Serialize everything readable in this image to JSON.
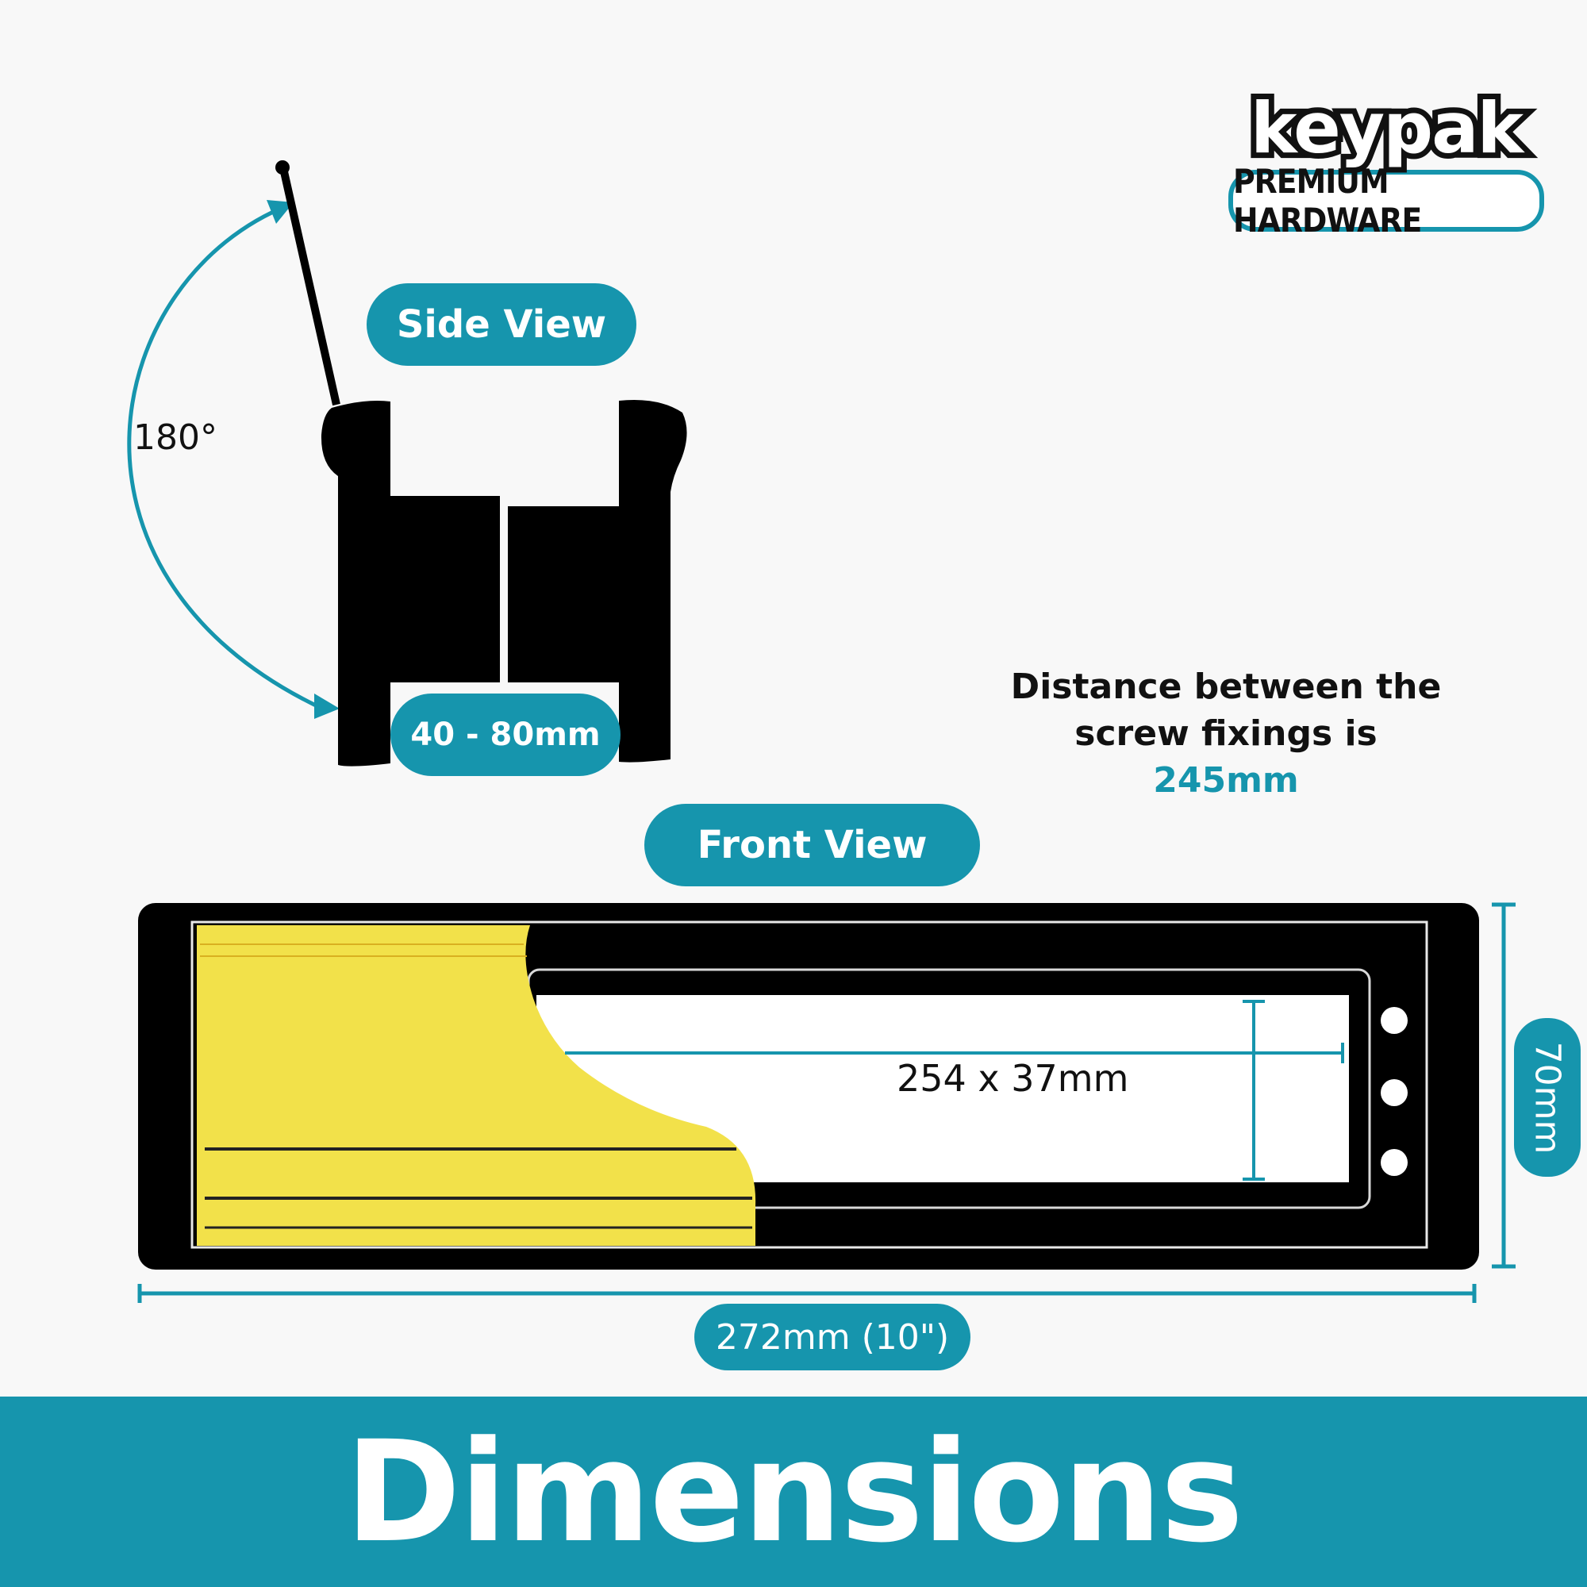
{
  "brand": {
    "name": "keypak",
    "tagline": "PREMIUM HARDWARE"
  },
  "side_view": {
    "label": "Side View",
    "angle": "180°",
    "thickness": "40 - 80mm"
  },
  "note": {
    "text": "Distance between the screw fixings is",
    "value": "245mm"
  },
  "front_view": {
    "label": "Front View",
    "slot": "254 x 37mm",
    "height": "70mm",
    "width": "272mm (10\")"
  },
  "footer": {
    "title": "Dimensions"
  },
  "colors": {
    "accent": "#1695ad",
    "brush": "#f2e14a",
    "body": "#000000"
  }
}
